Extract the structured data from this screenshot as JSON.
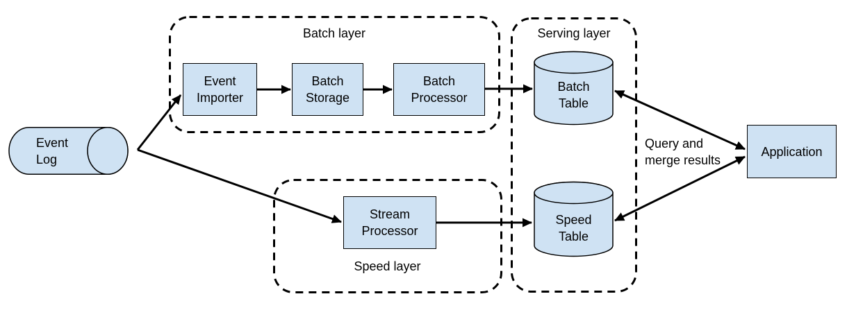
{
  "layers": {
    "batch": {
      "label": "Batch layer"
    },
    "serving": {
      "label": "Serving layer"
    },
    "speed": {
      "label": "Speed layer"
    }
  },
  "nodes": {
    "event_log": {
      "label": "Event\nLog",
      "shape": "cylinder-horizontal"
    },
    "event_importer": {
      "label": "Event\nImporter",
      "shape": "rect"
    },
    "batch_storage": {
      "label": "Batch\nStorage",
      "shape": "rect"
    },
    "batch_processor": {
      "label": "Batch\nProcessor",
      "shape": "rect"
    },
    "stream_processor": {
      "label": "Stream\nProcessor",
      "shape": "rect"
    },
    "batch_table": {
      "label": "Batch\nTable",
      "shape": "cylinder-vertical"
    },
    "speed_table": {
      "label": "Speed\nTable",
      "shape": "cylinder-vertical"
    },
    "application": {
      "label": "Application",
      "shape": "rect"
    }
  },
  "annotations": {
    "query_merge": {
      "label": "Query and\nmerge results"
    }
  },
  "edges": [
    {
      "from": "event_log",
      "to": "event_importer",
      "bidirectional": false
    },
    {
      "from": "event_log",
      "to": "stream_processor",
      "bidirectional": false
    },
    {
      "from": "event_importer",
      "to": "batch_storage",
      "bidirectional": false
    },
    {
      "from": "batch_storage",
      "to": "batch_processor",
      "bidirectional": false
    },
    {
      "from": "batch_processor",
      "to": "batch_table",
      "bidirectional": false
    },
    {
      "from": "stream_processor",
      "to": "speed_table",
      "bidirectional": false
    },
    {
      "from": "batch_table",
      "to": "application",
      "bidirectional": true
    },
    {
      "from": "speed_table",
      "to": "application",
      "bidirectional": true
    }
  ],
  "colors": {
    "node_fill": "#cfe2f3",
    "node_border": "#000000",
    "arrow": "#000000",
    "dashed_border": "#000000",
    "background": "#ffffff"
  }
}
